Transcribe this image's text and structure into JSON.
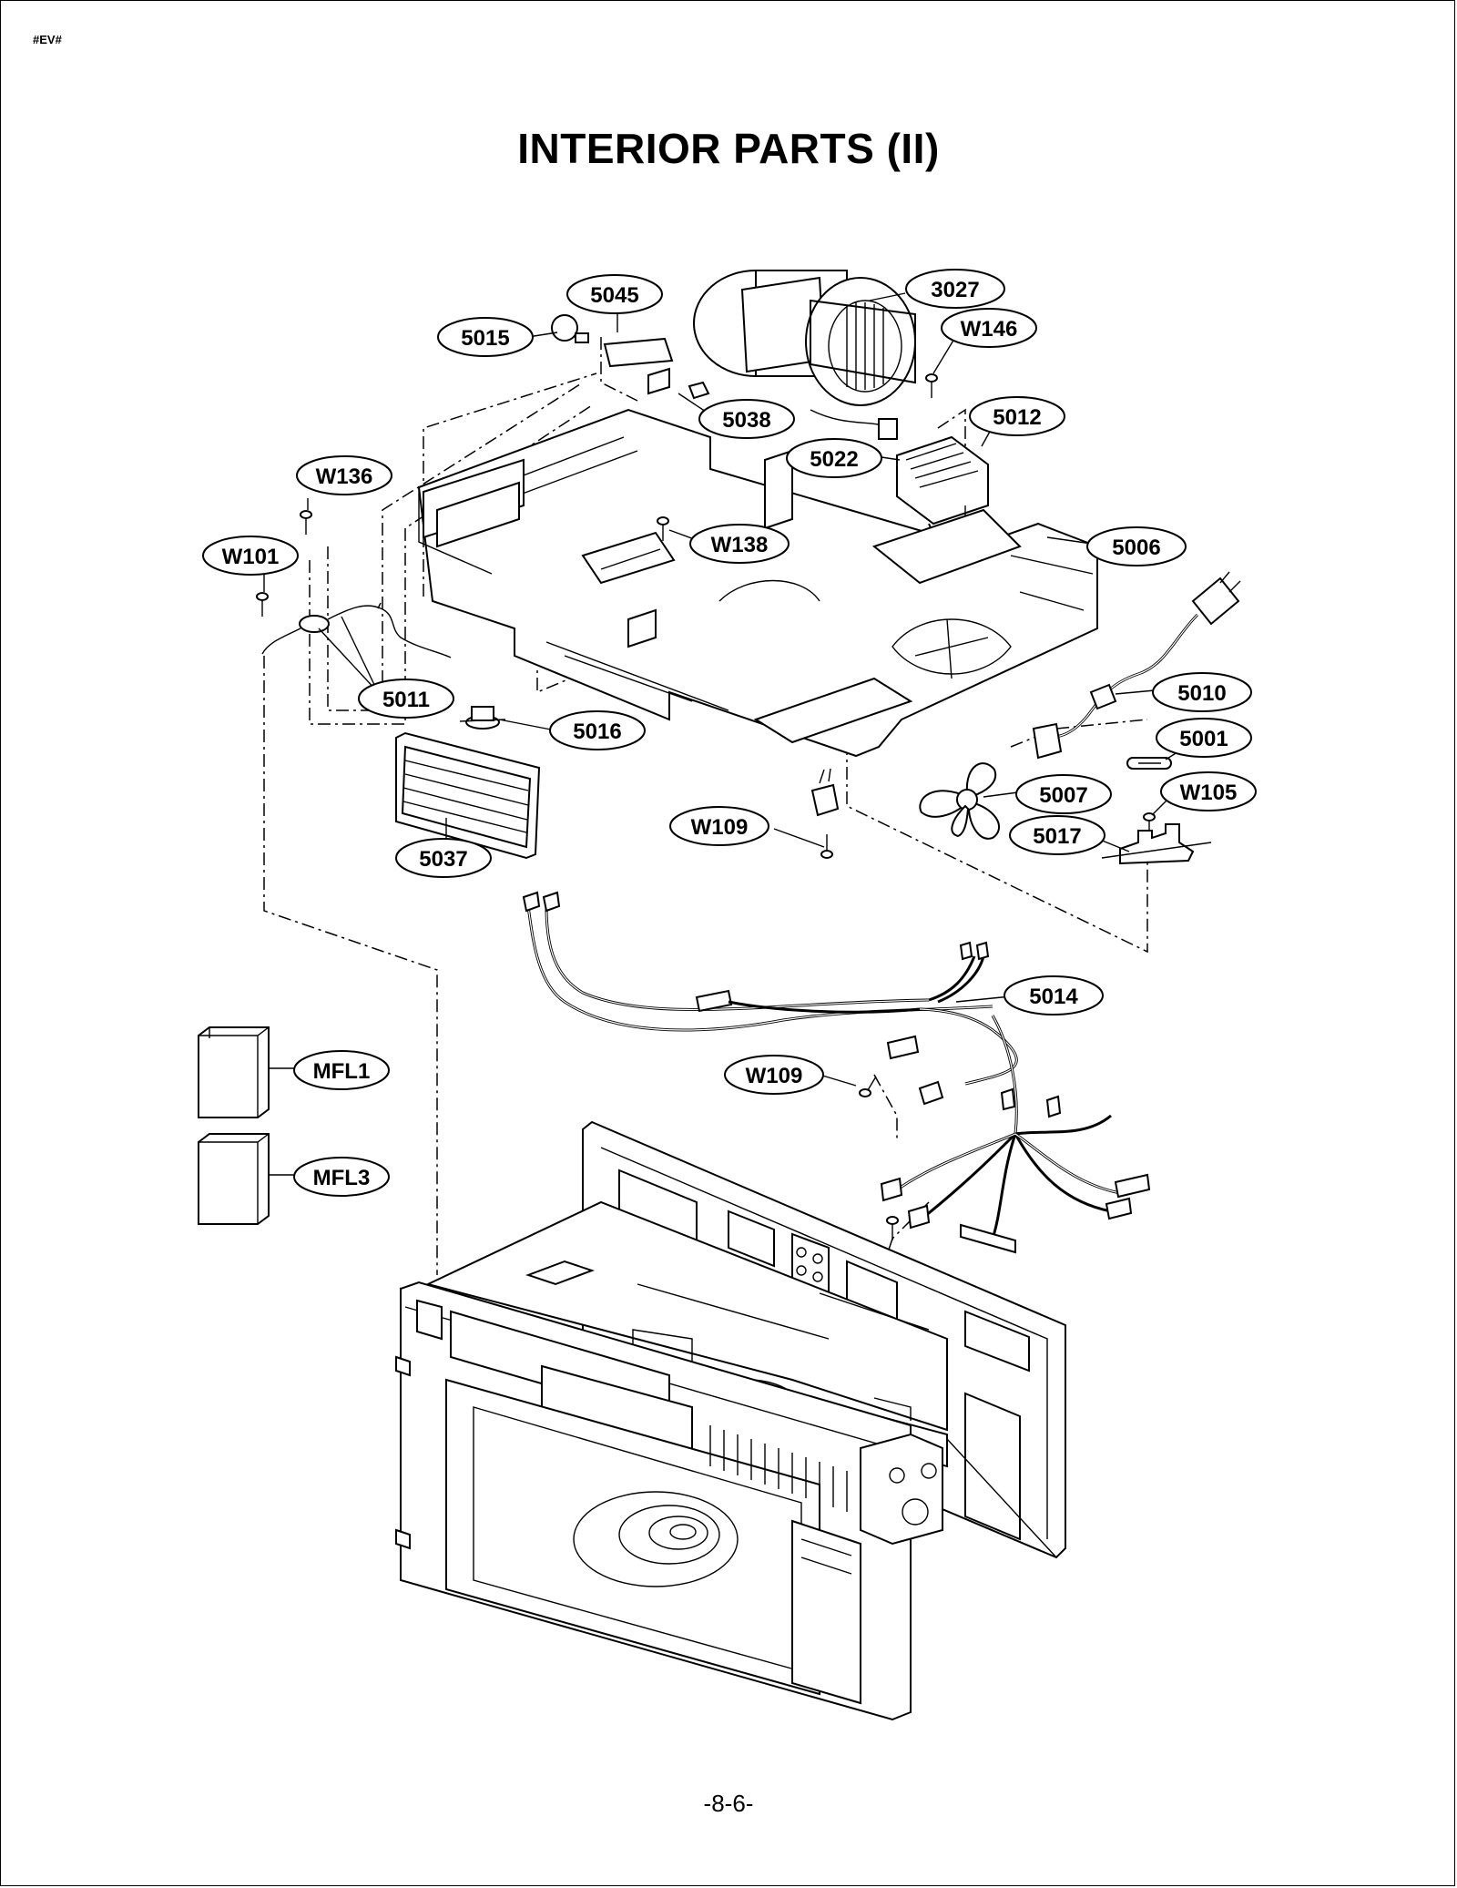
{
  "document": {
    "code": "#EV#",
    "title": "INTERIOR PARTS (II)",
    "page_number": "-8-6-"
  },
  "callouts": [
    {
      "id": "3027",
      "label": "3027"
    },
    {
      "id": "W146",
      "label": "W146"
    },
    {
      "id": "5045",
      "label": "5045"
    },
    {
      "id": "5015",
      "label": "5015"
    },
    {
      "id": "5038",
      "label": "5038"
    },
    {
      "id": "5012",
      "label": "5012"
    },
    {
      "id": "5022",
      "label": "5022"
    },
    {
      "id": "W136",
      "label": "W136"
    },
    {
      "id": "W138",
      "label": "W138"
    },
    {
      "id": "5006",
      "label": "5006"
    },
    {
      "id": "W101",
      "label": "W101"
    },
    {
      "id": "5010",
      "label": "5010"
    },
    {
      "id": "5011",
      "label": "5011"
    },
    {
      "id": "5016",
      "label": "5016"
    },
    {
      "id": "5001",
      "label": "5001"
    },
    {
      "id": "W105",
      "label": "W105"
    },
    {
      "id": "5007",
      "label": "5007"
    },
    {
      "id": "W109a",
      "label": "W109"
    },
    {
      "id": "5017",
      "label": "5017"
    },
    {
      "id": "5037",
      "label": "5037"
    },
    {
      "id": "5014",
      "label": "5014"
    },
    {
      "id": "MFL1",
      "label": "MFL1"
    },
    {
      "id": "W109b",
      "label": "W109"
    },
    {
      "id": "MFL3",
      "label": "MFL3"
    }
  ]
}
